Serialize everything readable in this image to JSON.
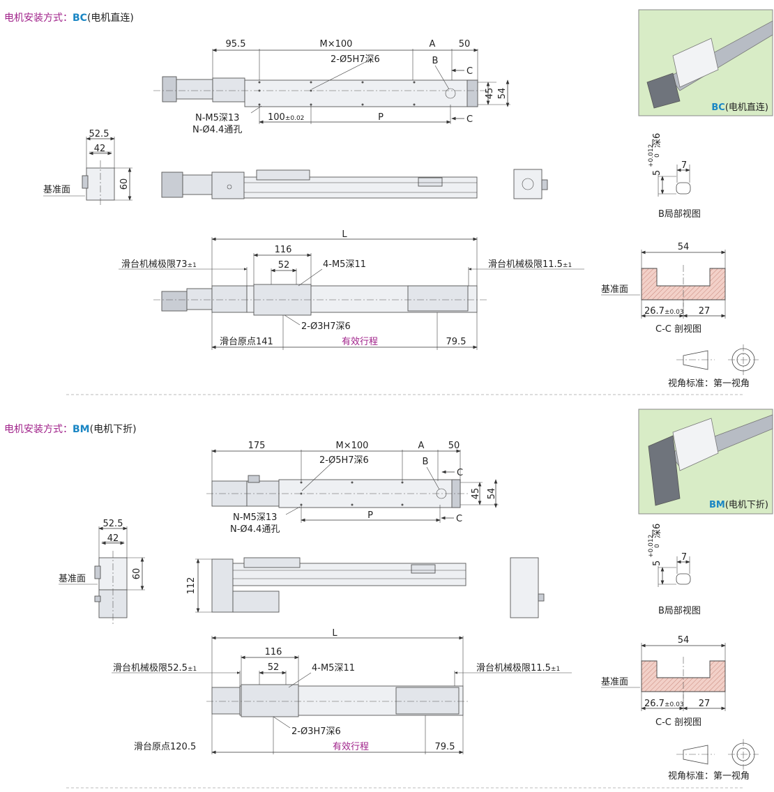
{
  "sections": [
    {
      "mount_prefix": "电机安装方式：",
      "mount_code": "BC",
      "mount_suffix": "(电机直连)",
      "top": {
        "d1": "95.5",
        "mx": "M×100",
        "a": "A",
        "d50": "50",
        "holes": "2-Ø5H7深6",
        "b": "B",
        "c": "C",
        "h45": "45",
        "h54": "54",
        "n_m5": "N-M5深13",
        "n_hole": "N-Ø4.4通孔",
        "d100": "100",
        "d100_tol": "±0.02",
        "p": "P"
      },
      "side": {
        "w525": "52.5",
        "w42": "42",
        "h60": "60",
        "ref": "基准面"
      },
      "bottom": {
        "l": "L",
        "d116": "116",
        "d52": "52",
        "m5": "4-M5深11",
        "left_limit": "滑台机械极限73",
        "left_tol": "±1",
        "right_limit": "滑台机械极限11.5",
        "right_tol": "±1",
        "pin": "2-Ø3H7深6",
        "origin": "滑台原点141",
        "stroke": "有效行程",
        "d795": "79.5"
      },
      "photo_code": "BC",
      "photo_suffix": "(电机直连)"
    },
    {
      "mount_prefix": "电机安装方式：",
      "mount_code": "BM",
      "mount_suffix": "(电机下折)",
      "top": {
        "d1": "175",
        "mx": "M×100",
        "a": "A",
        "d50": "50",
        "holes": "2-Ø5H7深6",
        "b": "B",
        "c": "C",
        "h45": "45",
        "h54": "54",
        "n_m5": "N-M5深13",
        "n_hole": "N-Ø4.4通孔",
        "p": "P"
      },
      "side": {
        "w525": "52.5",
        "w42": "42",
        "h60": "60",
        "h112": "112",
        "ref": "基准面"
      },
      "bottom": {
        "l": "L",
        "d116": "116",
        "d52": "52",
        "m5": "4-M5深11",
        "left_limit": "滑台机械极限52.5",
        "left_tol": "±1",
        "right_limit": "滑台机械极限11.5",
        "right_tol": "±1",
        "pin": "2-Ø3H7深6",
        "origin": "滑台原点120.5",
        "stroke": "有效行程",
        "d795": "79.5"
      },
      "photo_code": "BM",
      "photo_suffix": "(电机下折)"
    }
  ],
  "detail_b": {
    "depth": "5",
    "tol_plus": "+0.012",
    "tol_zero": "0",
    "deep": "深6",
    "w7": "7",
    "caption": "B局部视图"
  },
  "section_cc": {
    "w54": "54",
    "ref": "基准面",
    "d267": "26.7",
    "d267_tol": "±0.03",
    "d27": "27",
    "caption": "C-C 剖视图"
  },
  "projection": {
    "label": "视角标准：第一视角"
  },
  "colors": {
    "heading": "#a0228a",
    "code": "#1a86c4",
    "photo_bg": "#d8ecc6",
    "stroke_label": "#a0228a"
  }
}
